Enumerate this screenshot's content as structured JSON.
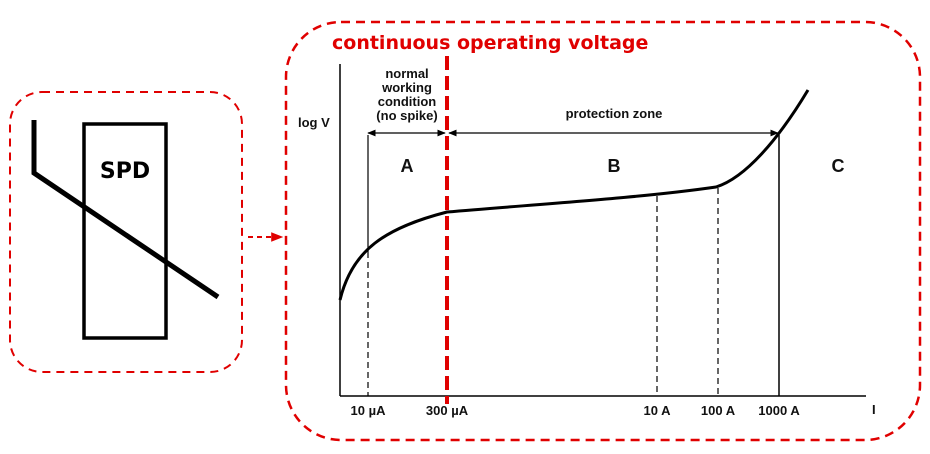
{
  "symbol": {
    "label": "SPD"
  },
  "diagram": {
    "title": "continuous operating voltage",
    "y_axis_label": "log V",
    "x_axis_label": "I",
    "normal_condition_lines": [
      "normal",
      "working",
      "condition",
      "(no spike)"
    ],
    "protection_zone_label": "protection zone",
    "zones": [
      "A",
      "B",
      "C"
    ],
    "x_ticks": [
      "10 µA",
      "300 µA",
      "10 A",
      "100 A",
      "1000 A"
    ],
    "colors": {
      "accent_red": "#e00000",
      "line_black": "#000000"
    }
  }
}
